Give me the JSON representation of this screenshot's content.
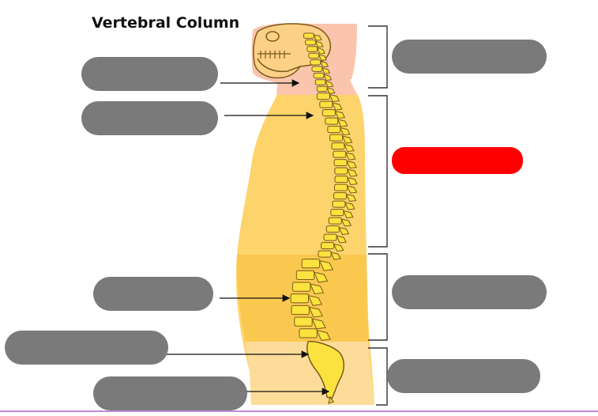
{
  "diagram": {
    "title": "Vertebral Column",
    "colors": {
      "skin_body": "#fdd36b",
      "skin_neck": "#fbc4ad",
      "skin_lumbar": "#fbc84f",
      "skin_pelvis": "#fddc9a",
      "skull": "#fdd087",
      "bone": "#fbe23e",
      "bone_outline": "#7a5a1c",
      "label_placeholder": "#7a7a7a",
      "label_highlight": "#ff0000",
      "bracket": "#333333"
    },
    "labels": [
      {
        "id": "label-cervical-arrow",
        "text": ""
      },
      {
        "id": "label-thoracic-arrow",
        "text": ""
      },
      {
        "id": "label-lumbar-arrow",
        "text": ""
      },
      {
        "id": "label-sacrum-arrow",
        "text": ""
      },
      {
        "id": "label-coccyx-arrow",
        "text": ""
      },
      {
        "id": "label-cervical-region",
        "text": ""
      },
      {
        "id": "label-thoracic-region",
        "text": "",
        "highlighted": true
      },
      {
        "id": "label-lumbar-region",
        "text": ""
      },
      {
        "id": "label-sacral-region",
        "text": ""
      }
    ]
  }
}
